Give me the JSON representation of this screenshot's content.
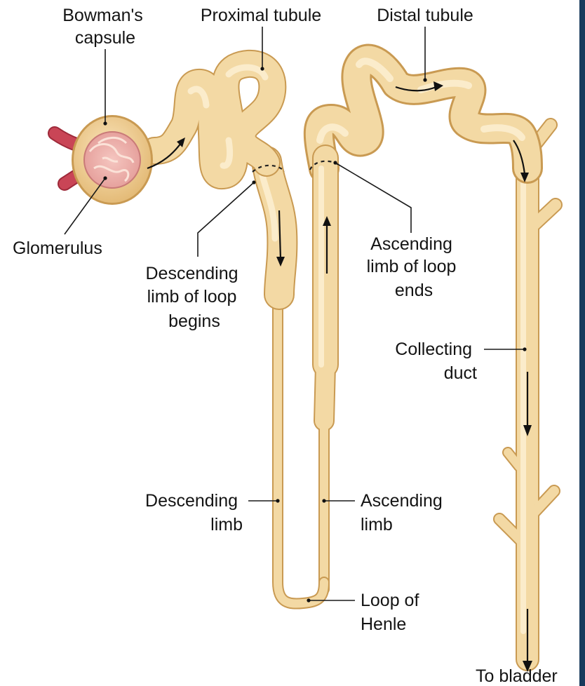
{
  "labels": {
    "bowmans_capsule": [
      "Bowman's",
      "capsule"
    ],
    "proximal_tubule": "Proximal tubule",
    "distal_tubule": "Distal tubule",
    "glomerulus": "Glomerulus",
    "descending_limb_begins": [
      "Descending",
      "limb of loop",
      "begins"
    ],
    "ascending_limb_ends": [
      "Ascending",
      "limb of loop",
      "ends"
    ],
    "collecting_duct": [
      "Collecting",
      "duct"
    ],
    "descending_limb": [
      "Descending",
      "limb"
    ],
    "ascending_limb": [
      "Ascending",
      "limb"
    ],
    "loop_of_henle": [
      "Loop of",
      "Henle"
    ],
    "to_bladder": "To bladder"
  },
  "colors": {
    "tubule_fill": "#f3d9a4",
    "tubule_edge": "#c99a52",
    "tubule_highlight": "#fbeccb",
    "glomerulus": "#e7a4a4",
    "vessel": "#c94556",
    "frame": "#173a5c"
  }
}
